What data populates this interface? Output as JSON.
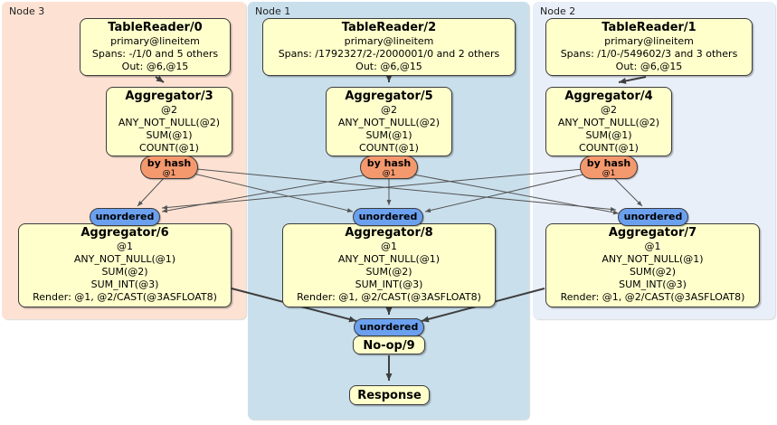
{
  "colors": {
    "node3_bg": "#fde2d3",
    "node1_bg": "#c9dfec",
    "node2_bg": "#e9eff8",
    "box_fill": "#ffffcc",
    "router_fill": "#f4996e",
    "stream_fill": "#6ba0ef",
    "arrow": "#3f3f3f"
  },
  "nodes": [
    {
      "label": "Node 3",
      "tablereader": {
        "title": "TableReader/0",
        "lines": [
          "primary@lineitem",
          "Spans: -/1/0 and 5 others",
          "Out: @6,@15"
        ]
      },
      "aggregator_upper": {
        "title": "Aggregator/3",
        "lines": [
          "@2",
          "ANY_NOT_NULL(@2)",
          "SUM(@1)",
          "COUNT(@1)"
        ]
      },
      "router": {
        "label": "by hash",
        "detail": "@1"
      },
      "stream_label": "unordered",
      "aggregator_lower": {
        "title": "Aggregator/6",
        "lines": [
          "@1",
          "ANY_NOT_NULL(@1)",
          "SUM(@2)",
          "SUM_INT(@3)",
          "Render: @1, @2/CAST(@3ASFLOAT8)"
        ]
      }
    },
    {
      "label": "Node 1",
      "tablereader": {
        "title": "TableReader/2",
        "lines": [
          "primary@lineitem",
          "Spans: /1792327/2-/2000001/0 and 2 others",
          "Out: @6,@15"
        ]
      },
      "aggregator_upper": {
        "title": "Aggregator/5",
        "lines": [
          "@2",
          "ANY_NOT_NULL(@2)",
          "SUM(@1)",
          "COUNT(@1)"
        ]
      },
      "router": {
        "label": "by hash",
        "detail": "@1"
      },
      "stream_label": "unordered",
      "aggregator_lower": {
        "title": "Aggregator/8",
        "lines": [
          "@1",
          "ANY_NOT_NULL(@1)",
          "SUM(@2)",
          "SUM_INT(@3)",
          "Render: @1, @2/CAST(@3ASFLOAT8)"
        ]
      }
    },
    {
      "label": "Node 2",
      "tablereader": {
        "title": "TableReader/1",
        "lines": [
          "primary@lineitem",
          "Spans: /1/0-/549602/3 and 3 others",
          "Out: @6,@15"
        ]
      },
      "aggregator_upper": {
        "title": "Aggregator/4",
        "lines": [
          "@2",
          "ANY_NOT_NULL(@2)",
          "SUM(@1)",
          "COUNT(@1)"
        ]
      },
      "router": {
        "label": "by hash",
        "detail": "@1"
      },
      "stream_label": "unordered",
      "aggregator_lower": {
        "title": "Aggregator/7",
        "lines": [
          "@1",
          "ANY_NOT_NULL(@1)",
          "SUM(@2)",
          "SUM_INT(@3)",
          "Render: @1, @2/CAST(@3ASFLOAT8)"
        ]
      }
    }
  ],
  "sink": {
    "stream_label": "unordered",
    "noop": "No-op/9",
    "response": "Response"
  }
}
